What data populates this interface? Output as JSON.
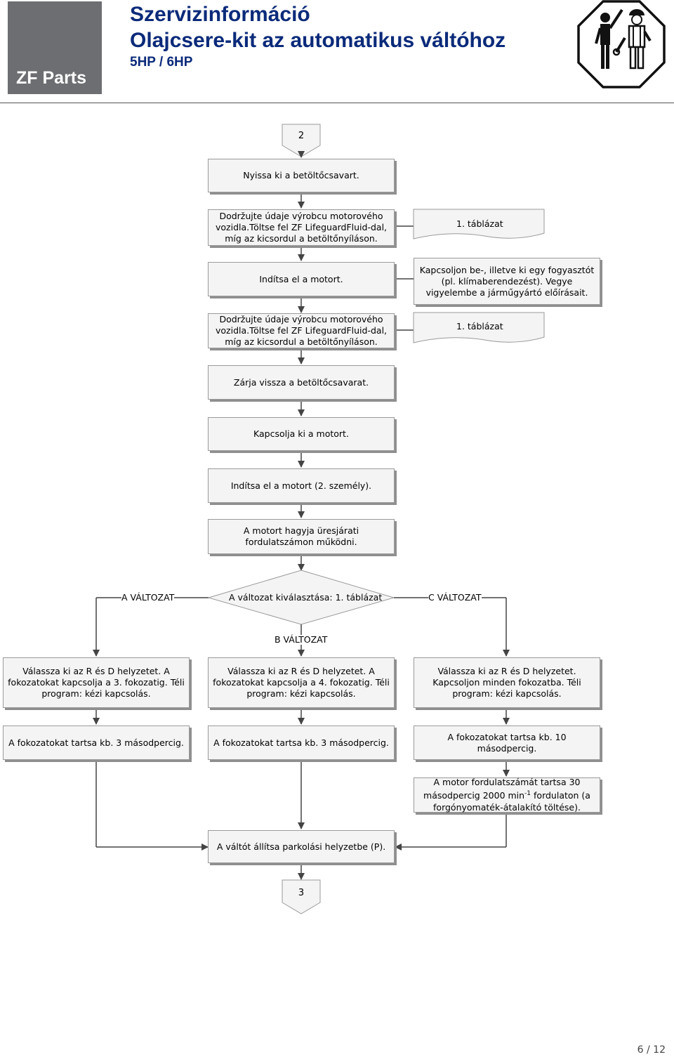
{
  "header": {
    "logo_text": "ZF Parts",
    "title_line1": "Szervizinformáció",
    "title_line2": "Olajcsere-kit az automatikus váltóhoz",
    "title_line3": "5HP / 6HP",
    "accent_color": "#0b2a7a",
    "logo_color": "#6d6e71",
    "icon": "mechanic-stop-icon"
  },
  "flow": {
    "start_connector": "2",
    "end_connector": "3",
    "step_open_filler": "Nyissa ki a betöltőcsavart.",
    "step_fill_1": "Dodržujte údaje výrobcu motorového vozidla.Töltse fel ZF LifeguardFluid-dal, míg az kicsordul a betöltőnyíláson.",
    "step_start_engine": "Indítsa el a motort.",
    "step_fill_2": "Dodržujte údaje výrobcu motorového vozidla.Töltse fel ZF LifeguardFluid-dal, míg az kicsordul a betöltőnyíláson.",
    "step_close_filler": "Zárja vissza a betöltőcsavarat.",
    "step_stop_engine": "Kapcsolja ki a motort.",
    "step_start_engine_2": "Indítsa el a motort (2. személy).",
    "step_idle": "A motort hagyja üresjárati fordulatszámon működni.",
    "decision": "A változat kiválasztása: 1. táblázat",
    "note_table_1": "1. táblázat",
    "note_consumer": "Kapcsoljon be-, illetve ki egy fogyasztót (pl. klímaberendezést). Vegye vigyelembe a járműgyártó előírásait.",
    "note_table_2": "1. táblázat",
    "label_a": "A VÁLTOZAT",
    "label_b": "B VÁLTOZAT",
    "label_c": "C VÁLTOZAT",
    "a_select": "Válassza ki az R és D helyzetet. A fokozatokat kapcsolja a 3. fokozatig. Téli program: kézi kapcsolás.",
    "b_select": "Válassza ki az R és D helyzetet. A fokozatokat kapcsolja a 4. fokozatig. Téli program: kézi kapcsolás.",
    "c_select": "Válassza ki az R és D helyzetet. Kapcsoljon minden fokozatba. Téli program: kézi kapcsolás.",
    "a_hold": "A fokozatokat tartsa kb. 3 másodpercig.",
    "b_hold": "A fokozatokat tartsa kb. 3 másodpercig.",
    "c_hold": "A fokozatokat tartsa kb. 10 másodpercig.",
    "c_rpm_pre": "A motor fordulatszámát tartsa 30 másodpercig 2000 min",
    "c_rpm_sup": "-1",
    "c_rpm_post": " fordulaton (a forgónyomaték-átalakító töltése).",
    "step_park": "A váltót állítsa parkolási helyzetbe (P)."
  },
  "footer": {
    "page": "6 / 12"
  }
}
